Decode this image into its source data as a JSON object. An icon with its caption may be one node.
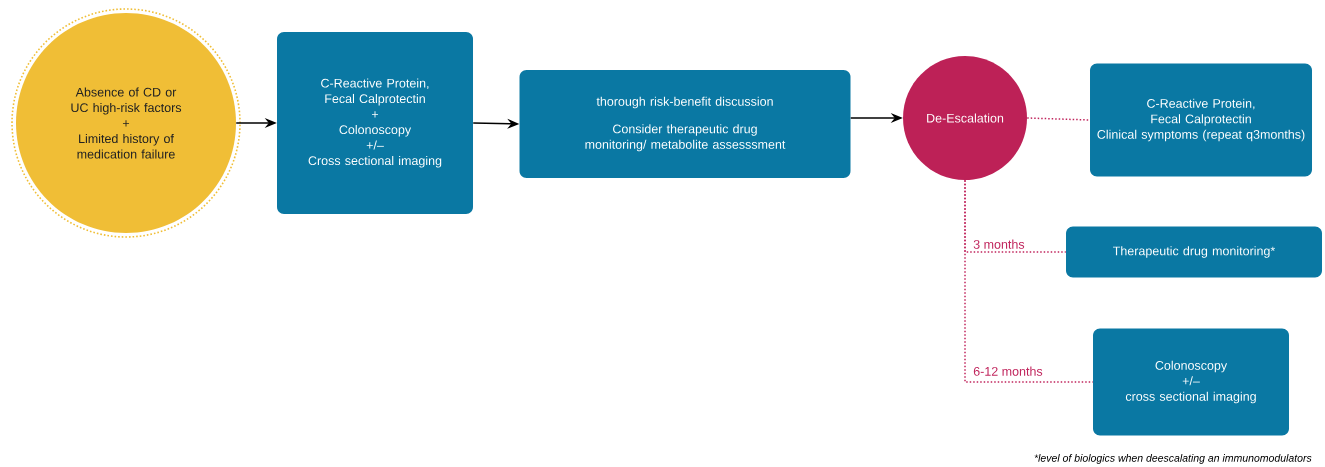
{
  "diagram": {
    "nodes": [
      {
        "text": [
          "Absence of CD or UC high-risk factors",
          "+",
          "Limited history of medication failure"
        ]
      },
      {
        "text": [
          "C-Reactive Protein, Fecal Calprotectin",
          "+",
          "Colonoscopy",
          "+/–",
          "Cross sectional imaging"
        ]
      },
      {
        "text": [
          "thorough risk-benefit discussion",
          "Consider therapeutic drug monitoring/ metabolite assesssment"
        ]
      },
      {
        "text": [
          "De-Escalation"
        ]
      },
      {
        "text": [
          "C-Reactive Protein, Fecal Calprotectin",
          "Clinical symptoms (repeat q3months)"
        ]
      },
      {
        "text": [
          "Therapeutic drug monitoring*"
        ]
      },
      {
        "text": [
          "Colonoscopy",
          "+/–",
          "cross sectional imaging"
        ]
      }
    ],
    "edges": [
      {
        "from": 0,
        "to": 1,
        "arrow": "to"
      },
      {
        "from": 1,
        "to": 2,
        "arrow": "to"
      },
      {
        "from": 2,
        "to": 3,
        "arrow": "to"
      },
      {
        "from": 3,
        "to": 4,
        "arrow": "none",
        "style": "dashed",
        "color": "#c0245c"
      },
      {
        "from": 3,
        "to": 5,
        "arrow": "none",
        "style": "dashed",
        "color": "#c0245c",
        "label": "3 months"
      },
      {
        "from": 3,
        "to": 6,
        "arrow": "none",
        "style": "dashed",
        "color": "#c0245c",
        "label": "6-12 months"
      }
    ],
    "labels": [
      "*level of biologics when deescalating an immunomodulators"
    ]
  }
}
